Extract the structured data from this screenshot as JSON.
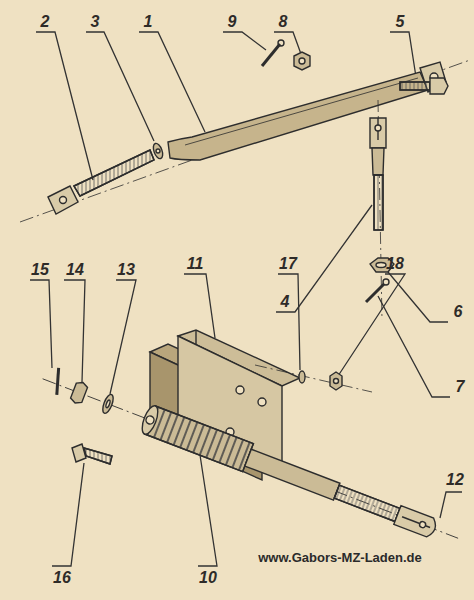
{
  "diagram": {
    "labels": [
      "2",
      "3",
      "1",
      "9",
      "8",
      "5",
      "4",
      "6",
      "7",
      "15",
      "14",
      "13",
      "11",
      "17",
      "18",
      "12",
      "10",
      "16",
      "www.Gabors-MZ-Laden.de"
    ]
  }
}
